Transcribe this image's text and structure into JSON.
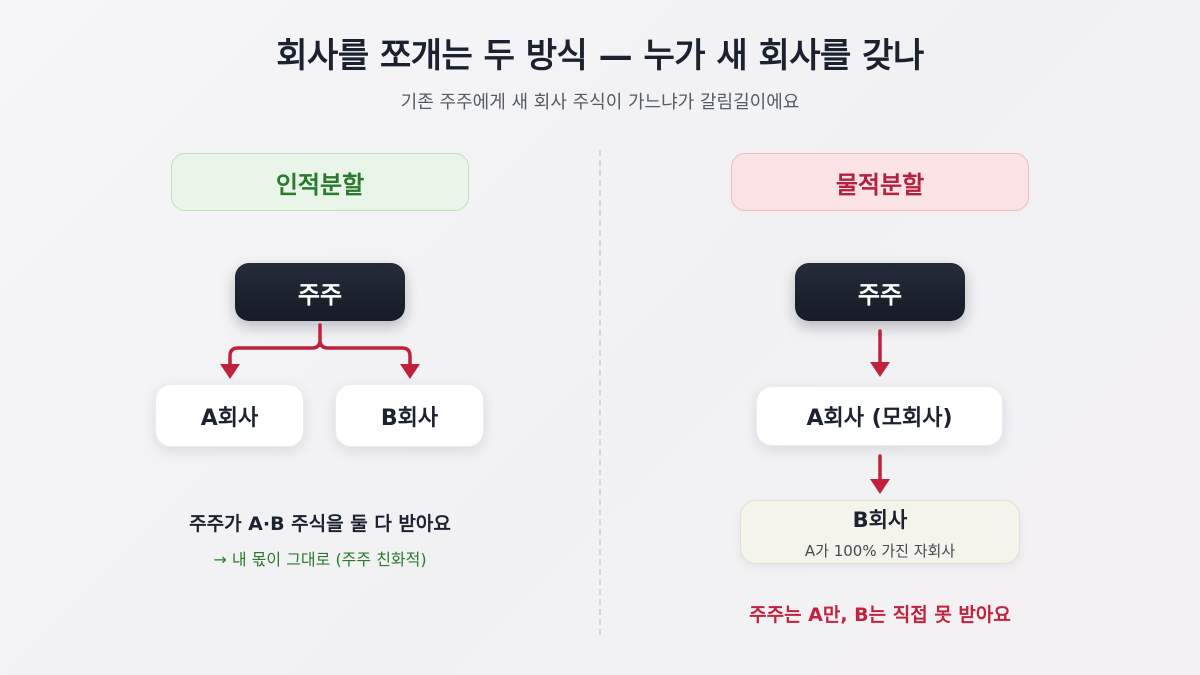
{
  "title": "회사를 쪼개는 두 방식 — 누가 새 회사를 갖나",
  "subtitle": "기존 주주에게 새 회사 주식이 가느냐가 갈림길이에요",
  "left": {
    "header": "인적분할",
    "shareholder": "주주",
    "company_a": "A회사",
    "company_b": "B회사",
    "note": "주주가 A·B 주식을 둘 다 받아요",
    "sub_note": "→ 내 몫이 그대로 (주주 친화적)"
  },
  "right": {
    "header": "물적분할",
    "shareholder": "주주",
    "company_a": "A회사 (모회사)",
    "company_b": "B회사",
    "company_b_sub": "A가 100% 가진 자회사",
    "note": "주주는 A만, B는 직접 못 받아요"
  },
  "colors": {
    "green_text": "#2a7a2e",
    "green_bg": "#e9f5e8",
    "red_text": "#b3213a",
    "red_bg": "#fbe3e6",
    "arrow": "#c0223b",
    "dark_node": "#1c2130"
  }
}
